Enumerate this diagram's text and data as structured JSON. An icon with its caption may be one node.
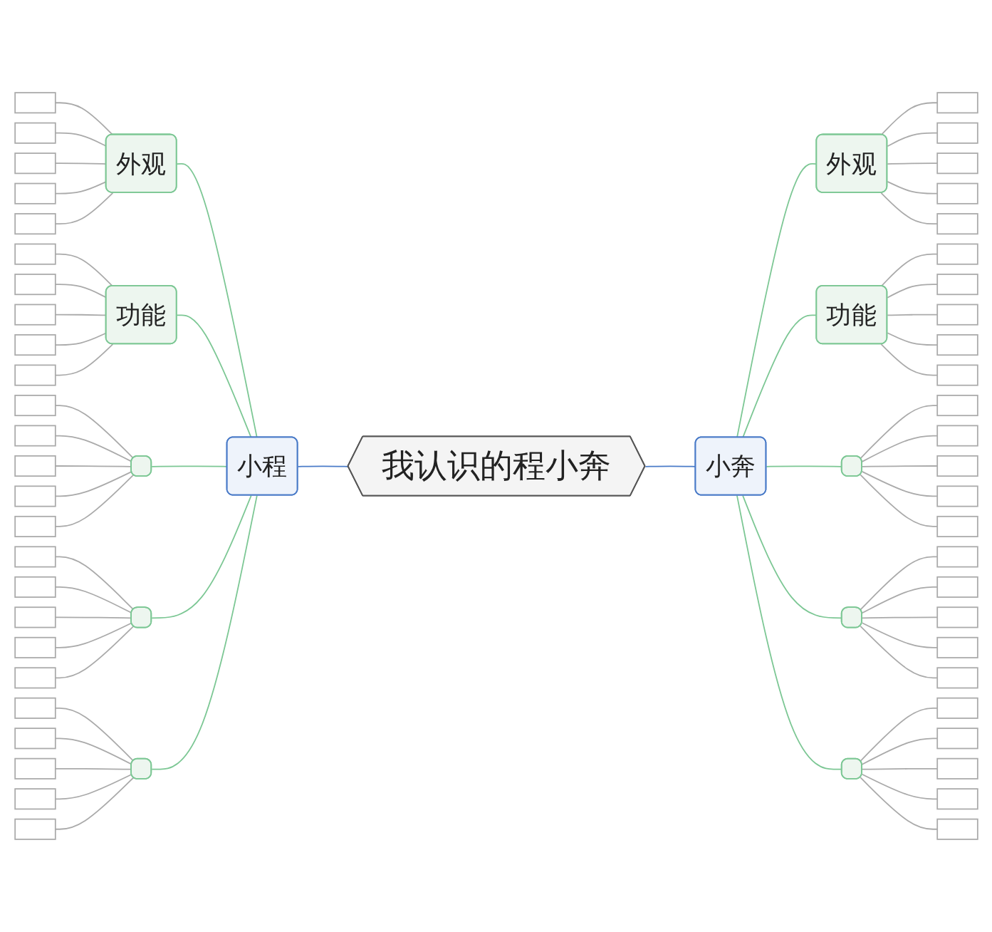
{
  "diagram": {
    "nodes": [
      {
        "text": [
          "我认识的程小奔"
        ]
      },
      {
        "text": [
          "小程"
        ]
      },
      {
        "text": [
          "外观"
        ]
      },
      {
        "text": [
          "功能"
        ]
      },
      {
        "text": [],
        "shape": "box"
      },
      {
        "text": [],
        "shape": "box"
      },
      {
        "text": [],
        "shape": "box"
      },
      {
        "text": [],
        "shape": "line"
      },
      {
        "text": [],
        "shape": "line"
      },
      {
        "text": [],
        "shape": "line"
      },
      {
        "text": [],
        "shape": "line"
      },
      {
        "text": [],
        "shape": "line"
      },
      {
        "text": [],
        "shape": "line"
      },
      {
        "text": [],
        "shape": "line"
      },
      {
        "text": [],
        "shape": "line"
      },
      {
        "text": [],
        "shape": "line"
      },
      {
        "text": [],
        "shape": "line"
      },
      {
        "text": [],
        "shape": "line"
      },
      {
        "text": [],
        "shape": "line"
      },
      {
        "text": [],
        "shape": "line"
      },
      {
        "text": [],
        "shape": "line"
      },
      {
        "text": [],
        "shape": "line"
      },
      {
        "text": [],
        "shape": "line"
      },
      {
        "text": [],
        "shape": "line"
      },
      {
        "text": [],
        "shape": "line"
      },
      {
        "text": [],
        "shape": "line"
      },
      {
        "text": [],
        "shape": "line"
      },
      {
        "text": [],
        "shape": "line"
      },
      {
        "text": [],
        "shape": "line"
      },
      {
        "text": [],
        "shape": "line"
      },
      {
        "text": [],
        "shape": "line"
      },
      {
        "text": [],
        "shape": "line"
      },
      {
        "text": [
          "小奔"
        ]
      },
      {
        "text": [
          "外观"
        ]
      },
      {
        "text": [
          "功能"
        ]
      },
      {
        "text": [],
        "shape": "box"
      },
      {
        "text": [],
        "shape": "box"
      },
      {
        "text": [],
        "shape": "box"
      },
      {
        "text": [],
        "shape": "line"
      },
      {
        "text": [],
        "shape": "line"
      },
      {
        "text": [],
        "shape": "line"
      },
      {
        "text": [],
        "shape": "line"
      },
      {
        "text": [],
        "shape": "line"
      },
      {
        "text": [],
        "shape": "line"
      },
      {
        "text": [],
        "shape": "line"
      },
      {
        "text": [],
        "shape": "line"
      },
      {
        "text": [],
        "shape": "line"
      },
      {
        "text": [],
        "shape": "line"
      },
      {
        "text": [],
        "shape": "line"
      },
      {
        "text": [],
        "shape": "line"
      },
      {
        "text": [],
        "shape": "line"
      },
      {
        "text": [],
        "shape": "line"
      },
      {
        "text": [],
        "shape": "line"
      },
      {
        "text": [],
        "shape": "line"
      },
      {
        "text": [],
        "shape": "line"
      },
      {
        "text": [],
        "shape": "line"
      },
      {
        "text": [],
        "shape": "line"
      },
      {
        "text": [],
        "shape": "line"
      },
      {
        "text": [],
        "shape": "line"
      },
      {
        "text": [],
        "shape": "line"
      },
      {
        "text": [],
        "shape": "line"
      },
      {
        "text": [],
        "shape": "line"
      },
      {
        "text": [],
        "shape": "line"
      }
    ],
    "edges": [
      {
        "from": 1,
        "to": 0,
        "arrow": "none",
        "color": "#4a7bc8"
      },
      {
        "from": 2,
        "to": 1,
        "arrow": "none",
        "color": "#7cc794"
      },
      {
        "from": 3,
        "to": 1,
        "arrow": "none",
        "color": "#7cc794"
      },
      {
        "from": 4,
        "to": 1,
        "arrow": "none",
        "color": "#7cc794"
      },
      {
        "from": 5,
        "to": 1,
        "arrow": "none",
        "color": "#7cc794"
      },
      {
        "from": 6,
        "to": 1,
        "arrow": "none",
        "color": "#7cc794"
      },
      {
        "from": 7,
        "to": 2,
        "arrow": "none"
      },
      {
        "from": 8,
        "to": 2,
        "arrow": "none"
      },
      {
        "from": 9,
        "to": 2,
        "arrow": "none"
      },
      {
        "from": 10,
        "to": 2,
        "arrow": "none"
      },
      {
        "from": 11,
        "to": 2,
        "arrow": "none"
      },
      {
        "from": 12,
        "to": 3,
        "arrow": "none"
      },
      {
        "from": 13,
        "to": 3,
        "arrow": "none"
      },
      {
        "from": 14,
        "to": 3,
        "arrow": "none"
      },
      {
        "from": 15,
        "to": 3,
        "arrow": "none"
      },
      {
        "from": 16,
        "to": 3,
        "arrow": "none"
      },
      {
        "from": 17,
        "to": 4,
        "arrow": "none"
      },
      {
        "from": 18,
        "to": 4,
        "arrow": "none"
      },
      {
        "from": 19,
        "to": 4,
        "arrow": "none"
      },
      {
        "from": 20,
        "to": 4,
        "arrow": "none"
      },
      {
        "from": 21,
        "to": 4,
        "arrow": "none"
      },
      {
        "from": 22,
        "to": 5,
        "arrow": "none"
      },
      {
        "from": 23,
        "to": 5,
        "arrow": "none"
      },
      {
        "from": 24,
        "to": 5,
        "arrow": "none"
      },
      {
        "from": 25,
        "to": 5,
        "arrow": "none"
      },
      {
        "from": 26,
        "to": 5,
        "arrow": "none"
      },
      {
        "from": 27,
        "to": 6,
        "arrow": "none"
      },
      {
        "from": 28,
        "to": 6,
        "arrow": "none"
      },
      {
        "from": 29,
        "to": 6,
        "arrow": "none"
      },
      {
        "from": 30,
        "to": 6,
        "arrow": "none"
      },
      {
        "from": 31,
        "to": 6,
        "arrow": "none"
      },
      {
        "from": 0,
        "to": 32,
        "arrow": "none",
        "color": "#4a7bc8"
      },
      {
        "from": 32,
        "to": 33,
        "arrow": "none",
        "color": "#7cc794"
      },
      {
        "from": 32,
        "to": 34,
        "arrow": "none",
        "color": "#7cc794"
      },
      {
        "from": 32,
        "to": 35,
        "arrow": "none",
        "color": "#7cc794"
      },
      {
        "from": 32,
        "to": 36,
        "arrow": "none",
        "color": "#7cc794"
      },
      {
        "from": 32,
        "to": 37,
        "arrow": "none",
        "color": "#7cc794"
      },
      {
        "from": 33,
        "to": 38,
        "arrow": "none"
      },
      {
        "from": 33,
        "to": 39,
        "arrow": "none"
      },
      {
        "from": 33,
        "to": 40,
        "arrow": "none"
      },
      {
        "from": 33,
        "to": 41,
        "arrow": "none"
      },
      {
        "from": 33,
        "to": 42,
        "arrow": "none"
      },
      {
        "from": 34,
        "to": 43,
        "arrow": "none"
      },
      {
        "from": 34,
        "to": 44,
        "arrow": "none"
      },
      {
        "from": 34,
        "to": 45,
        "arrow": "none"
      },
      {
        "from": 34,
        "to": 46,
        "arrow": "none"
      },
      {
        "from": 34,
        "to": 47,
        "arrow": "none"
      },
      {
        "from": 35,
        "to": 48,
        "arrow": "none"
      },
      {
        "from": 35,
        "to": 49,
        "arrow": "none"
      },
      {
        "from": 35,
        "to": 50,
        "arrow": "none"
      },
      {
        "from": 35,
        "to": 51,
        "arrow": "none"
      },
      {
        "from": 35,
        "to": 52,
        "arrow": "none"
      },
      {
        "from": 36,
        "to": 53,
        "arrow": "none"
      },
      {
        "from": 36,
        "to": 54,
        "arrow": "none"
      },
      {
        "from": 36,
        "to": 55,
        "arrow": "none"
      },
      {
        "from": 36,
        "to": 56,
        "arrow": "none"
      },
      {
        "from": 36,
        "to": 57,
        "arrow": "none"
      },
      {
        "from": 37,
        "to": 58,
        "arrow": "none"
      },
      {
        "from": 37,
        "to": 59,
        "arrow": "none"
      },
      {
        "from": 37,
        "to": 60,
        "arrow": "none"
      },
      {
        "from": 37,
        "to": 61,
        "arrow": "none"
      },
      {
        "from": 37,
        "to": 62,
        "arrow": "none"
      }
    ]
  }
}
